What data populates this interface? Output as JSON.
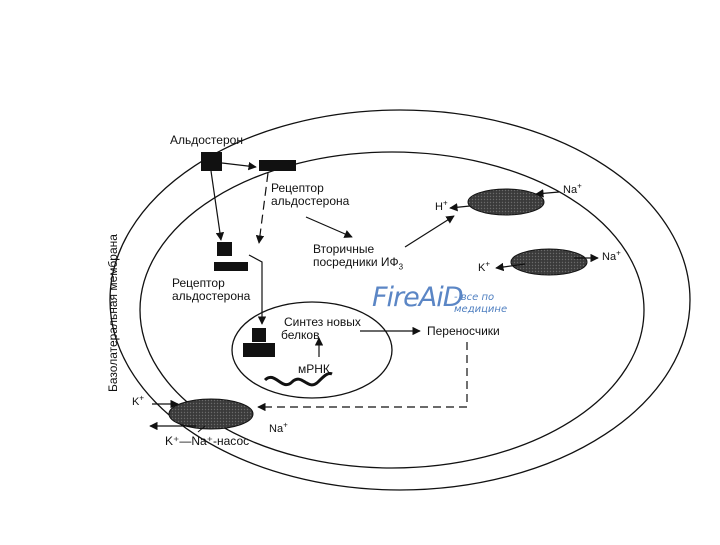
{
  "labels": {
    "aldosterone": "Альдостерон",
    "receptor_outside_line1": "Рецептор",
    "receptor_outside_line2": "альдостерона",
    "receptor_inside_line1": "Рецептор",
    "receptor_inside_line2": "альдостерона",
    "second_messengers_line1": "Вторичные",
    "second_messengers_line2": "посредники ИФ",
    "second_messengers_sub": "3",
    "protein_synthesis_line1": "Синтез новых",
    "protein_synthesis_line2": "белков",
    "mrna": "мРНК",
    "carriers": "Переносчики",
    "membrane": "Базолатеральная мембрана",
    "pump": "K⁺—Na⁺-насос"
  },
  "ions": {
    "na_top": "Na",
    "h_top": "H",
    "k_mid": "K",
    "na_mid": "Na",
    "k_bottom": "K",
    "na_bottom": "Na",
    "plus": "+"
  },
  "watermark": {
    "brand": "FireAiD",
    "tagline_line1": "- все по",
    "tagline_line2": "медицине"
  },
  "colors": {
    "ink": "#111111",
    "channel_fill": "#444444",
    "watermark": "#5b86c5"
  }
}
